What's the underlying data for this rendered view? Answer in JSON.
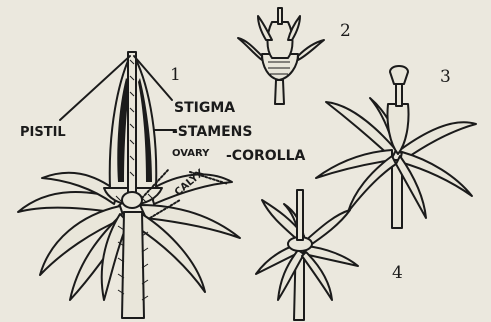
{
  "figures": [
    {
      "number": "1"
    },
    {
      "number": "2"
    },
    {
      "number": "3"
    },
    {
      "number": "4"
    }
  ],
  "labels": {
    "stigma": "STIGMA",
    "pistil": "PISTIL",
    "stamens": "-STAMENS",
    "ovary": "OVARY",
    "corolla": "-COROLLA",
    "calyx": "CALYX"
  },
  "colors": {
    "paper": "#ebe8de",
    "ink": "#1b1b1b"
  }
}
